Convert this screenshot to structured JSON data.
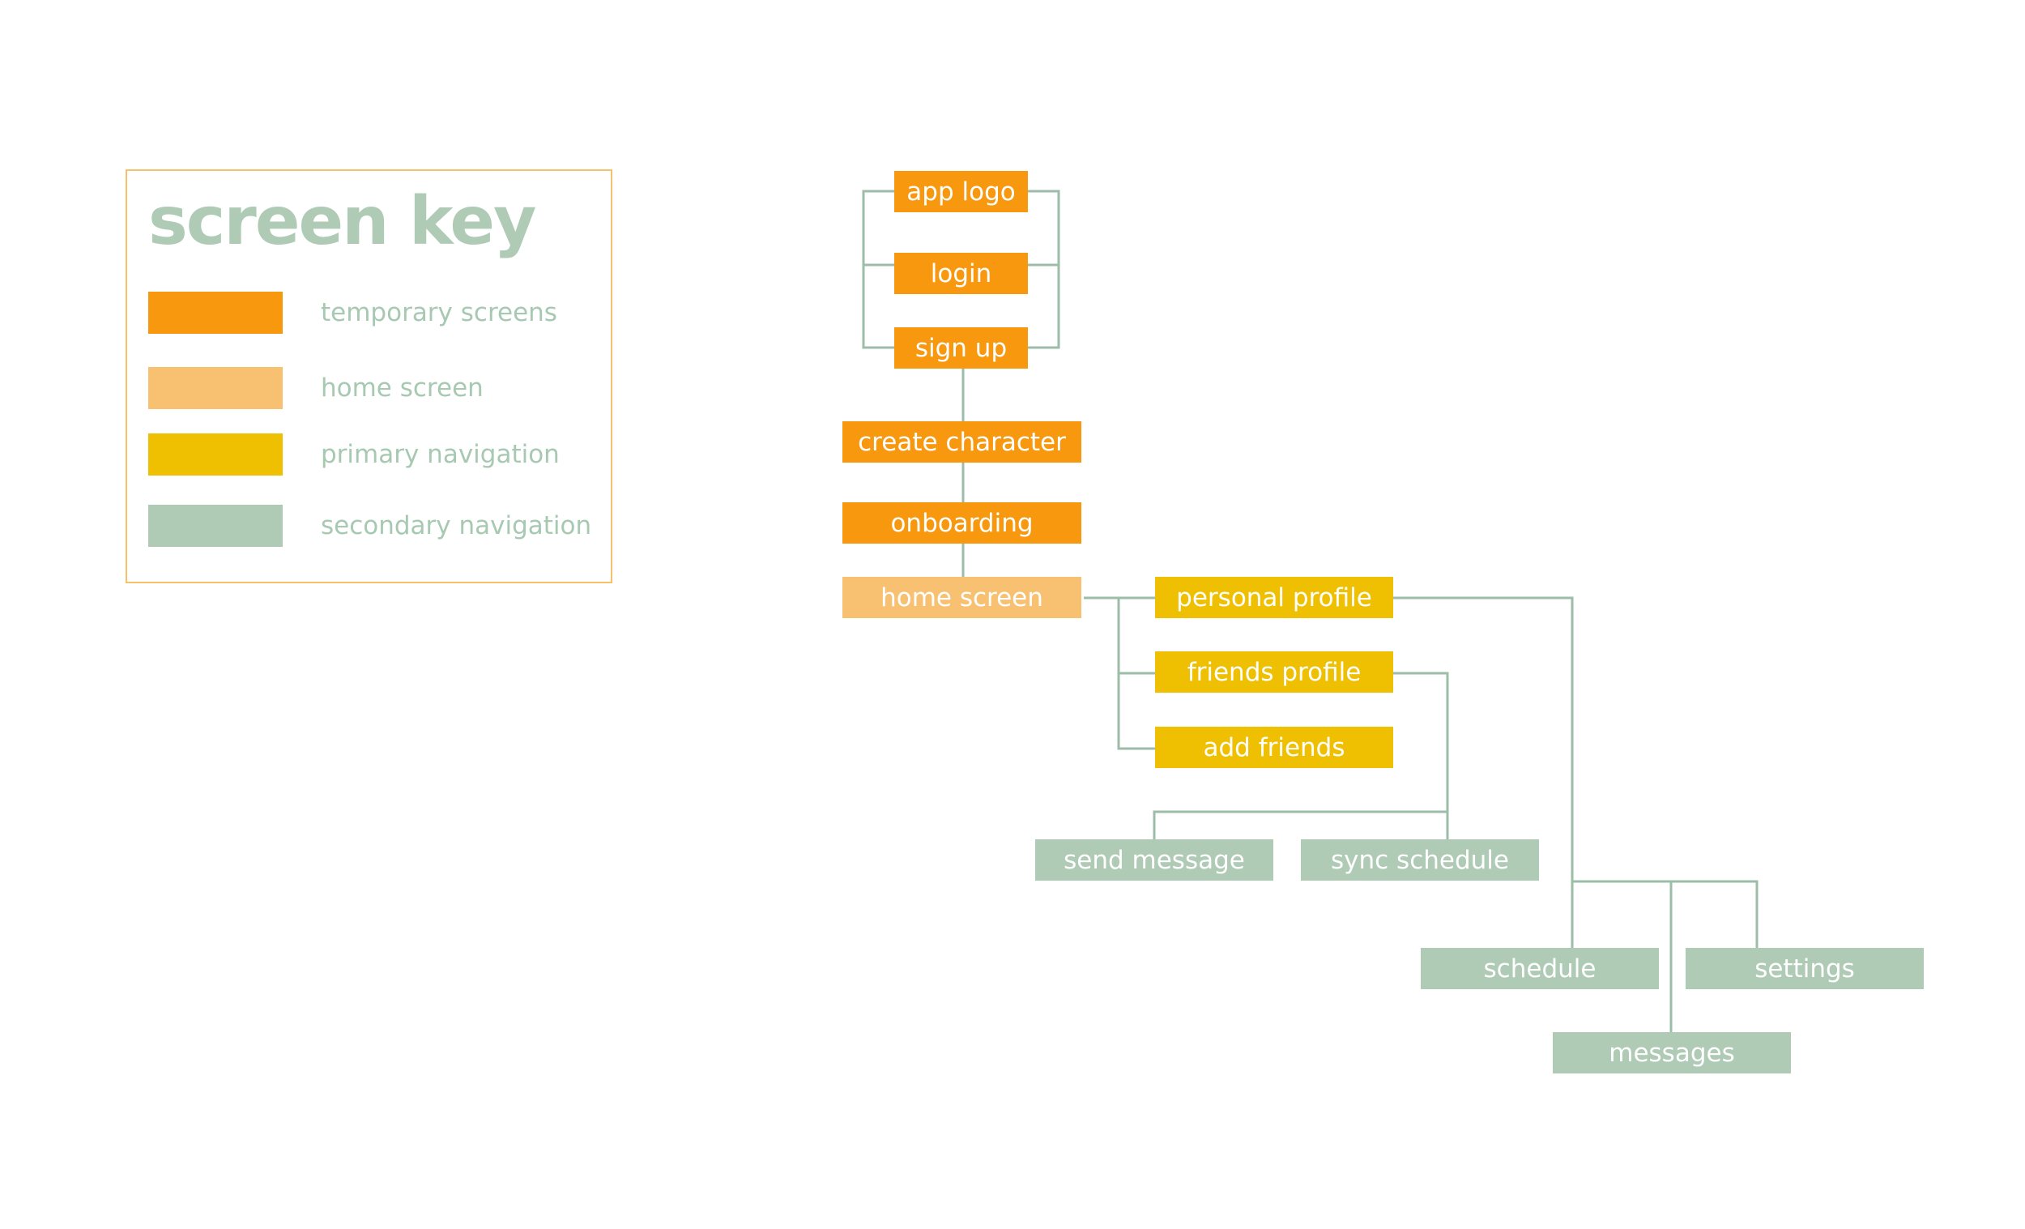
{
  "colors": {
    "temporary": "#f8980f",
    "home": "#f8c171",
    "primary": "#efc001",
    "secondary": "#afcbb6",
    "connector": "#9cbea8",
    "key_border": "#f7c16c"
  },
  "key": {
    "title": "screen key",
    "items": [
      {
        "label": "temporary screens",
        "color": "#f8980f"
      },
      {
        "label": "home screen",
        "color": "#f8c171"
      },
      {
        "label": "primary navigation",
        "color": "#efc001"
      },
      {
        "label": "secondary navigation",
        "color": "#afcbb6"
      }
    ]
  },
  "nodes": {
    "app_logo": "app logo",
    "login": "login",
    "sign_up": "sign up",
    "create_character": "create character",
    "onboarding": "onboarding",
    "home_screen": "home screen",
    "personal_profile": "personal profile",
    "friends_profile": "friends profile",
    "add_friends": "add friends",
    "send_message": "send message",
    "sync_schedule": "sync schedule",
    "schedule": "schedule",
    "settings": "settings",
    "messages": "messages"
  }
}
